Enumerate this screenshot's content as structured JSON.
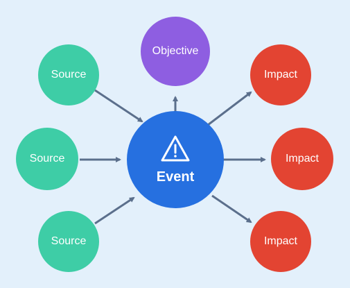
{
  "diagram": {
    "center": {
      "label": "Event",
      "icon": "warning-triangle-icon"
    },
    "objective": {
      "label": "Objective"
    },
    "sources": [
      {
        "label": "Source"
      },
      {
        "label": "Source"
      },
      {
        "label": "Source"
      }
    ],
    "impacts": [
      {
        "label": "Impact"
      },
      {
        "label": "Impact"
      },
      {
        "label": "Impact"
      }
    ]
  },
  "colors": {
    "background": "#e3f0fb",
    "source": "#3ecda6",
    "objective": "#8e5ee1",
    "impact": "#e34432",
    "event": "#2670e0",
    "arrow": "#5b6f8c"
  }
}
